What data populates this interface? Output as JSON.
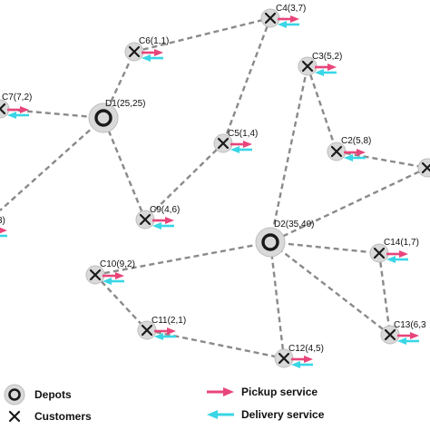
{
  "diagram": {
    "colors": {
      "route": "#8a8a8a",
      "node_fill": "#d9d9d9",
      "node_stroke": "#bdbdbd",
      "mark": "#1a1a1a",
      "pickup": "#e8457a",
      "delivery": "#39d6e6"
    },
    "depots": [
      {
        "id": "D1",
        "label": "D1(25,25)"
      },
      {
        "id": "D2",
        "label": "D2(35,40)"
      }
    ],
    "customers": [
      {
        "id": "C2",
        "label": "C2(5,8)"
      },
      {
        "id": "C3",
        "label": "C3(5,2)"
      },
      {
        "id": "C4",
        "label": "C4(3,7)"
      },
      {
        "id": "C5",
        "label": "C5(1,4)"
      },
      {
        "id": "C6",
        "label": "C6(1,1)"
      },
      {
        "id": "C7",
        "label": "C7(7,2)"
      },
      {
        "id": "C8",
        "label": "3)"
      },
      {
        "id": "C9",
        "label": "C9(4,6)"
      },
      {
        "id": "C10",
        "label": "C10(9,2)"
      },
      {
        "id": "C11",
        "label": "C11(2,1)"
      },
      {
        "id": "C12",
        "label": "C12(4,5)"
      },
      {
        "id": "C13",
        "label": "C13(6,3"
      },
      {
        "id": "C14",
        "label": "C14(1,7)"
      },
      {
        "id": "CR",
        "label": ""
      }
    ],
    "routes": [
      [
        "C7",
        "D1"
      ],
      [
        "D1",
        "C6"
      ],
      [
        "C6",
        "C4"
      ],
      [
        "C4",
        "C5"
      ],
      [
        "C5",
        "C9"
      ],
      [
        "C9",
        "D1"
      ],
      [
        "D1",
        "C8"
      ],
      [
        "D2",
        "C10"
      ],
      [
        "C10",
        "C11"
      ],
      [
        "C11",
        "C12"
      ],
      [
        "C12",
        "D2"
      ],
      [
        "D2",
        "C3"
      ],
      [
        "C3",
        "C2"
      ],
      [
        "C2",
        "CR"
      ],
      [
        "CR",
        "D2"
      ],
      [
        "D2",
        "C14"
      ],
      [
        "C14",
        "C13"
      ],
      [
        "C13",
        "D2"
      ]
    ]
  },
  "legend": {
    "depots": "Depots",
    "customers": "Customers",
    "pickup": "Pickup service",
    "delivery": "Delivery service"
  }
}
